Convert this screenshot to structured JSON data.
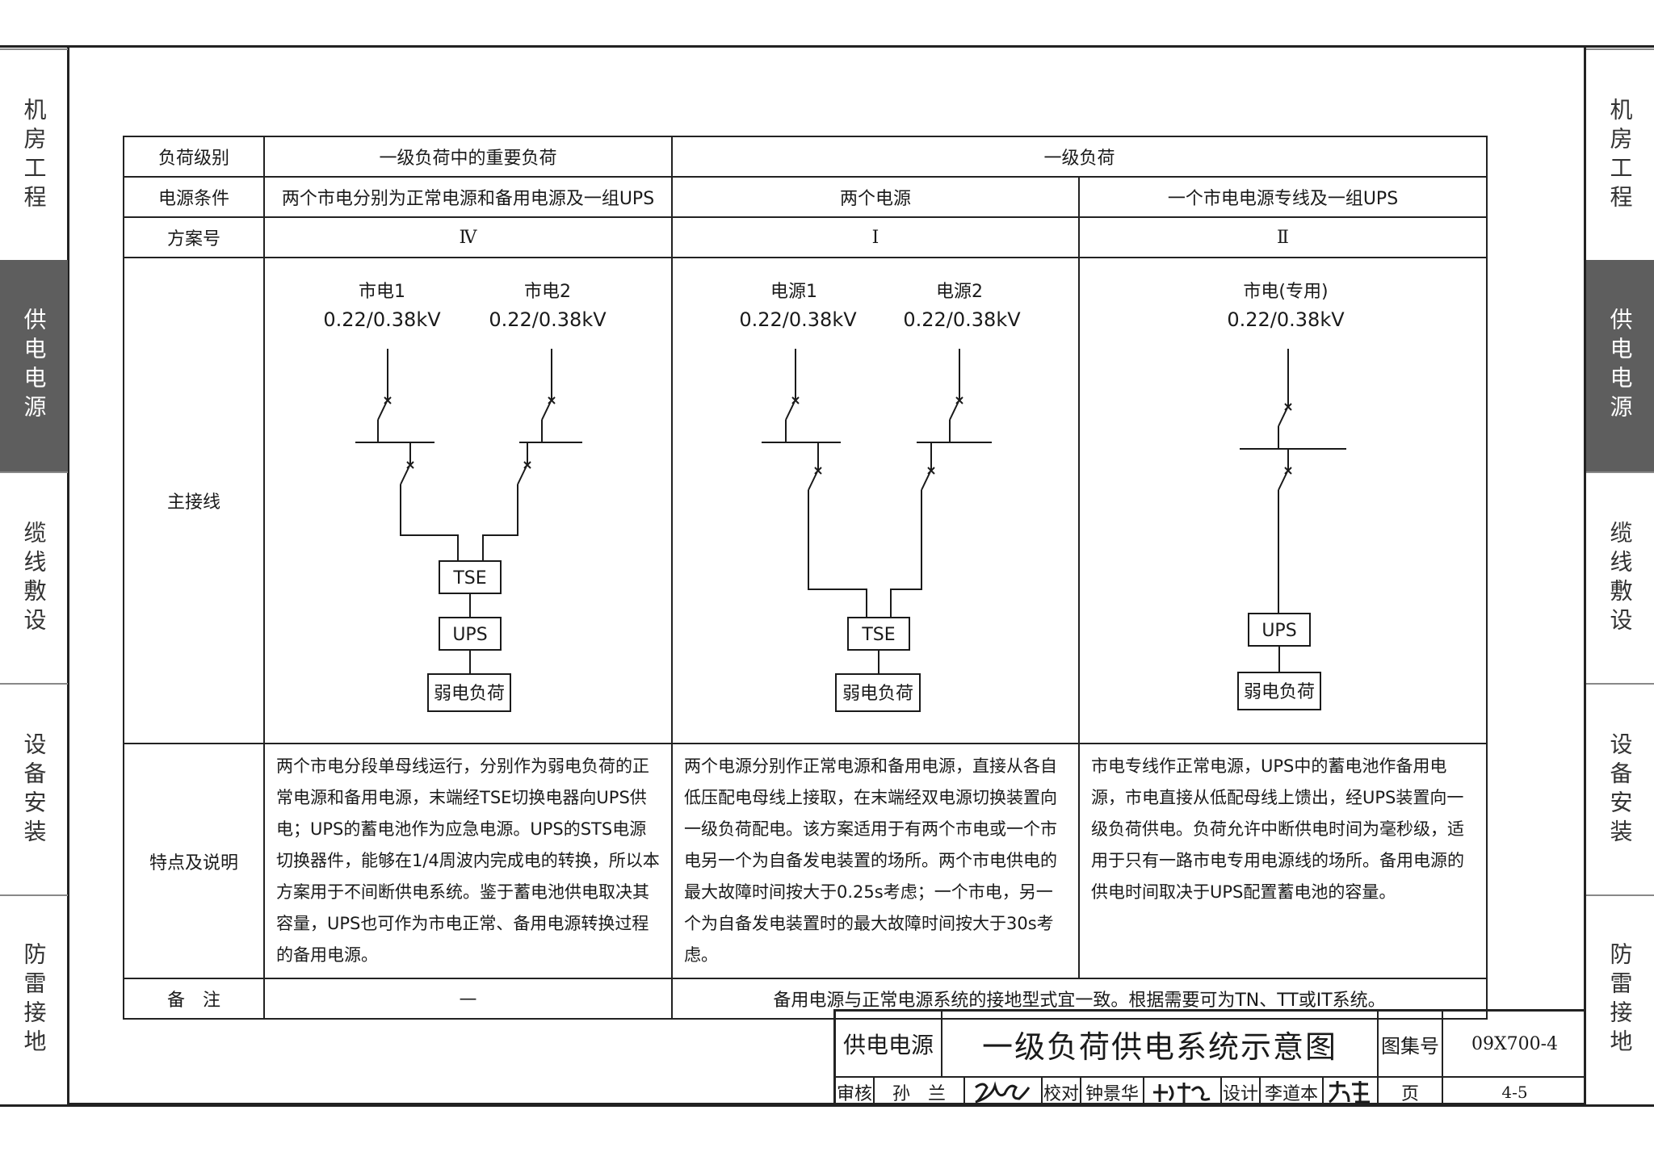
{
  "side_tabs": {
    "left": [
      "机房工程",
      "供电电源",
      "缆线敷设",
      "设备安装",
      "防雷接地"
    ],
    "right": [
      "机房工程",
      "供电电源",
      "缆线敷设",
      "设备安装",
      "防雷接地"
    ],
    "active_index": 1
  },
  "table": {
    "row_labels": {
      "load_level": "负荷级别",
      "power_condition": "电源条件",
      "scheme_no": "方案号",
      "main_wiring": "主接线",
      "features": "特点及说明",
      "remarks": "备　注"
    },
    "load_level": {
      "col1": "一级负荷中的重要负荷",
      "col23": "一级负荷"
    },
    "power_condition": {
      "col1": "两个市电分别为正常电源和备用电源及一组UPS",
      "col2": "两个电源",
      "col3": "一个市电电源专线及一组UPS"
    },
    "scheme_no": {
      "col1": "Ⅳ",
      "col2": "Ⅰ",
      "col3": "Ⅱ"
    },
    "diagrams": {
      "col1": {
        "source1_name": "市电1",
        "source1_voltage": "0.22/0.38kV",
        "source2_name": "市电2",
        "source2_voltage": "0.22/0.38kV",
        "tse": "TSE",
        "ups": "UPS",
        "load": "弱电负荷"
      },
      "col2": {
        "source1_name": "电源1",
        "source1_voltage": "0.22/0.38kV",
        "source2_name": "电源2",
        "source2_voltage": "0.22/0.38kV",
        "tse": "TSE",
        "load": "弱电负荷"
      },
      "col3": {
        "source_name": "市电(专用)",
        "source_voltage": "0.22/0.38kV",
        "ups": "UPS",
        "load": "弱电负荷"
      }
    },
    "features": {
      "col1": "两个市电分段单母线运行，分别作为弱电负荷的正常电源和备用电源，末端经TSE切换电器向UPS供电；UPS的蓄电池作为应急电源。UPS的STS电源切换器件，能够在1/4周波内完成电的转换，所以本方案用于不间断供电系统。鉴于蓄电池供电取决其容量，UPS也可作为市电正常、备用电源转换过程的备用电源。",
      "col2": "两个电源分别作正常电源和备用电源，直接从各自低压配电母线上接取，在末端经双电源切换装置向一级负荷配电。该方案适用于有两个市电或一个市电另一个为自备发电装置的场所。两个市电供电的最大故障时间按大于0.25s考虑；一个市电，另一个为自备发电装置时的最大故障时间按大于30s考虑。",
      "col3": "市电专线作正常电源，UPS中的蓄电池作备用电源，市电直接从低配母线上馈出，经UPS装置向一级负荷供电。负荷允许中断供电时间为毫秒级，适用于只有一路市电专用电源线的场所。备用电源的供电时间取决于UPS配置蓄电池的容量。"
    },
    "remarks": {
      "col1": "—",
      "col23": "备用电源与正常电源系统的接地型式宜一致。根据需要可为TN、TT或IT系统。"
    }
  },
  "title_block": {
    "section": "供电电源",
    "title": "一级负荷供电系统示意图",
    "atlas_label": "图集号",
    "atlas_no": "09X700-4",
    "review_label": "审核",
    "reviewer": "孙　兰",
    "check_label": "校对",
    "checker": "钟景华",
    "design_label": "设计",
    "designer": "李道本",
    "page_label": "页",
    "page_no": "4-5"
  }
}
